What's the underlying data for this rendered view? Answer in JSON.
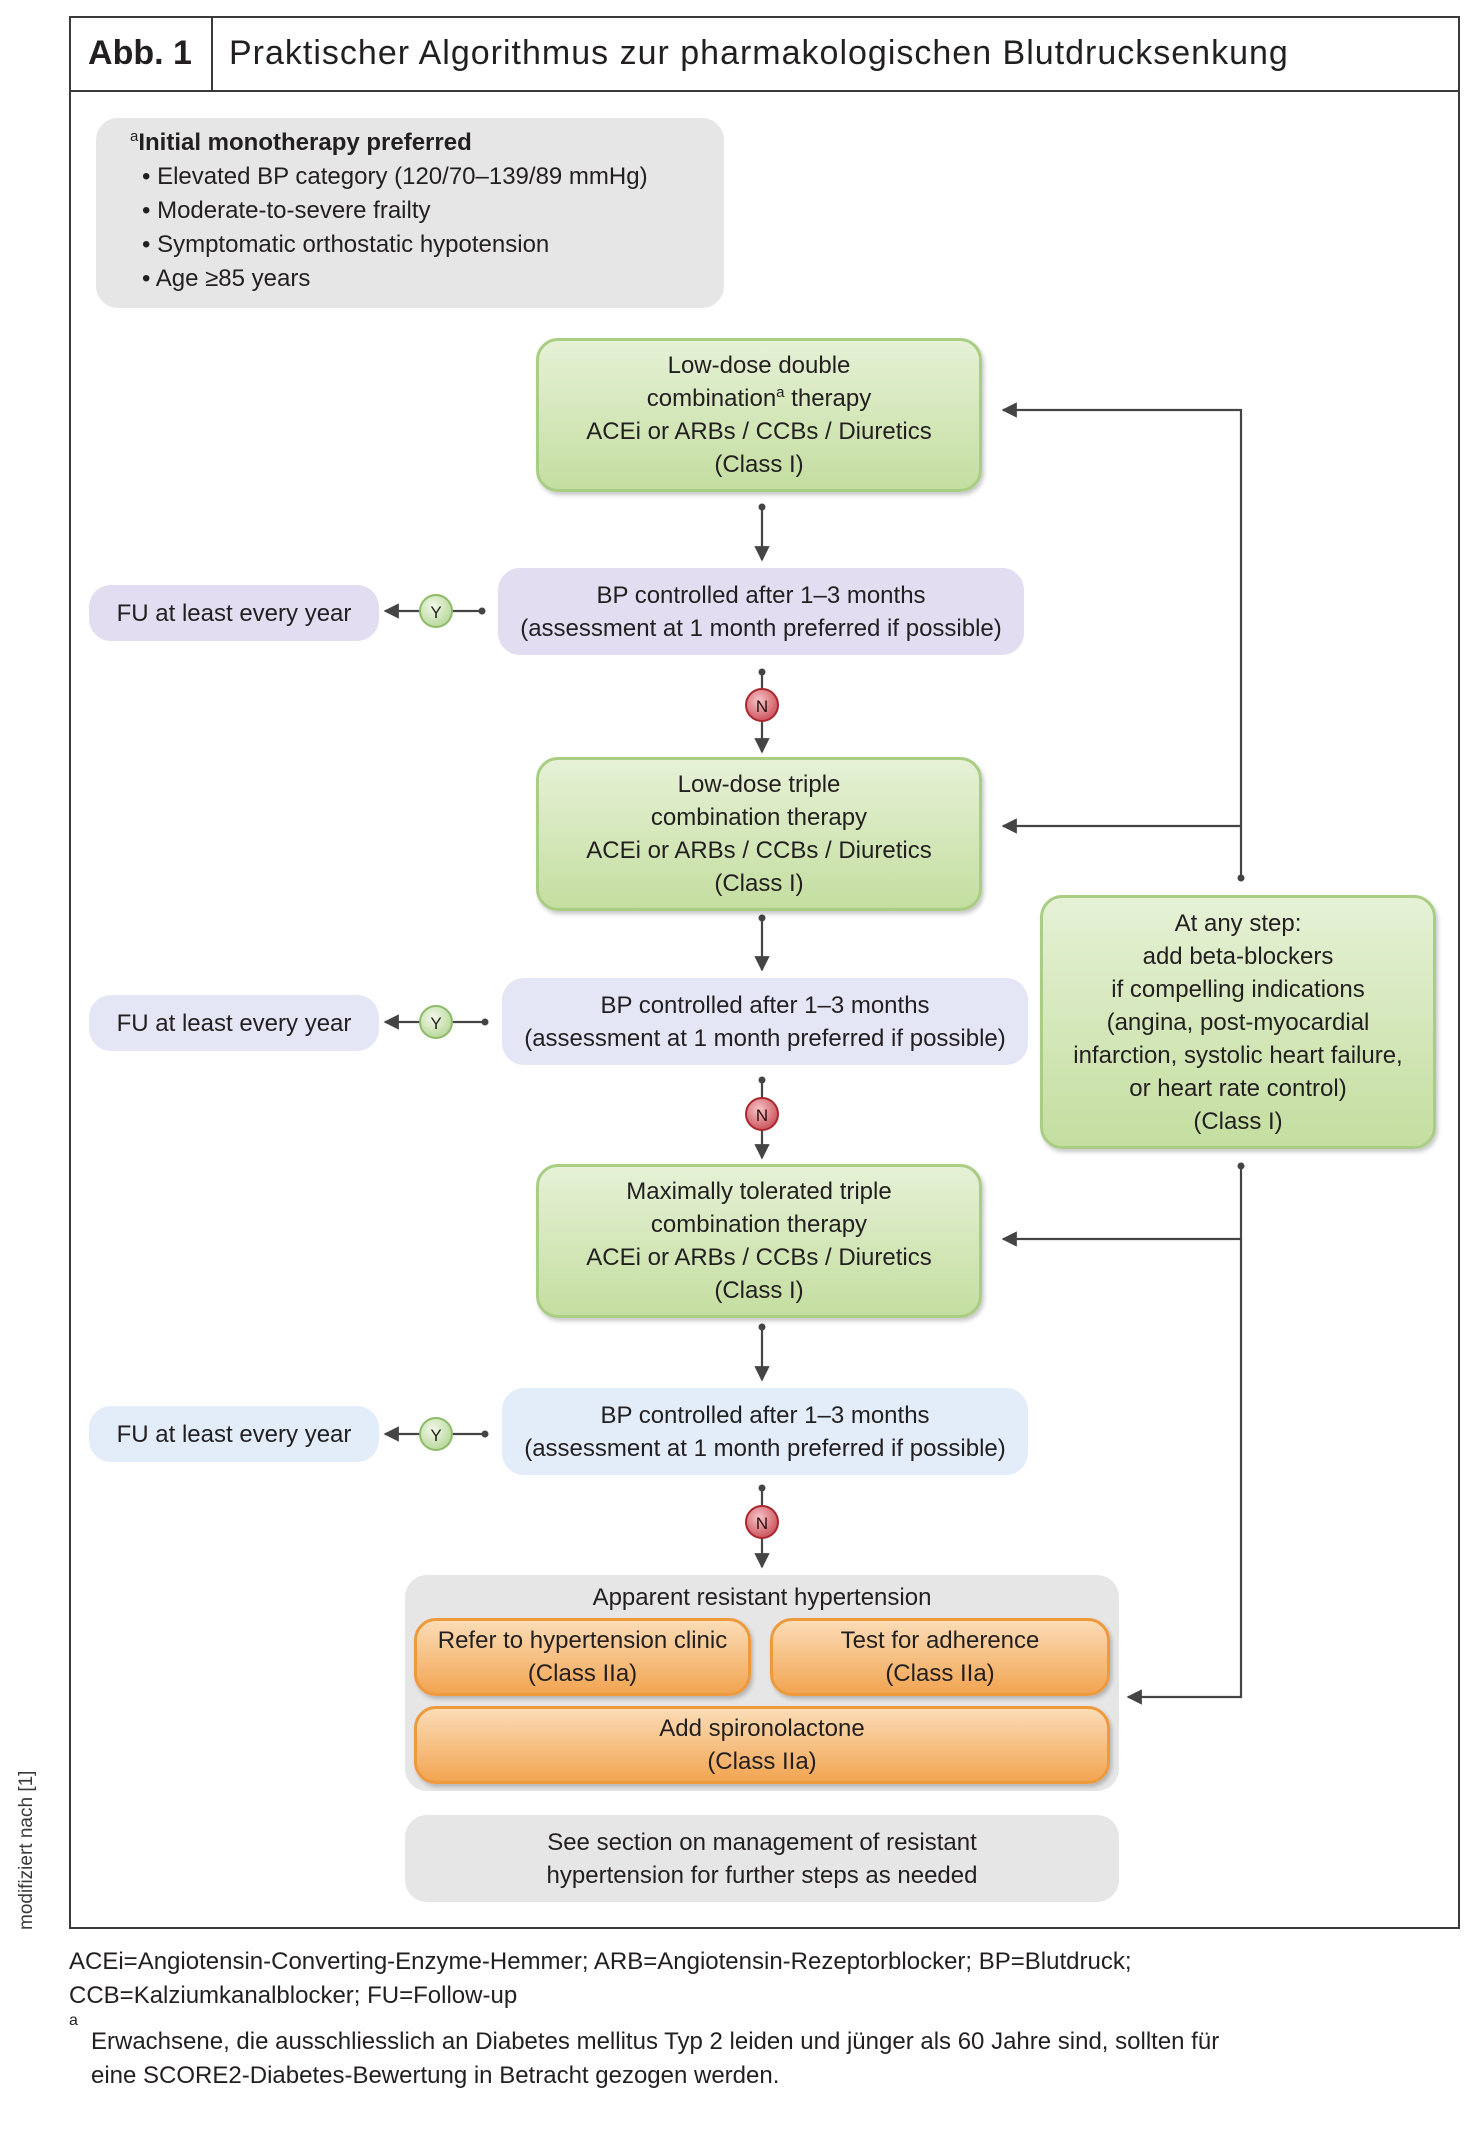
{
  "header": {
    "figure_label": "Abb. 1",
    "title": "Praktischer Algorithmus zur pharmakologischen Blutdrucksenkung"
  },
  "note": {
    "marker": "a",
    "title": "Initial monotherapy preferred",
    "bullets": [
      "Elevated BP category (120/70–139/89 mmHg)",
      "Moderate-to-severe frailty",
      "Symptomatic orthostatic hypotension",
      "Age ≥85 years"
    ]
  },
  "steps": {
    "double": {
      "line1": "Low-dose double",
      "line2a": "combination",
      "line2sup": "a",
      "line2b": " therapy",
      "line3": "ACEi or ARBs / CCBs / Diuretics",
      "line4": "(Class I)"
    },
    "triple": {
      "line1": "Low-dose triple",
      "line2": "combination therapy",
      "line3": "ACEi or ARBs / CCBs / Diuretics",
      "line4": "(Class I)"
    },
    "max": {
      "line1": "Maximally tolerated triple",
      "line2": "combination therapy",
      "line3": "ACEi or ARBs / CCBs / Diuretics",
      "line4": "(Class I)"
    }
  },
  "checks": [
    {
      "line1": "BP controlled after 1–3 months",
      "line2": "(assessment at 1 month preferred if possible)"
    },
    {
      "line1": "BP controlled after 1–3 months",
      "line2": "(assessment at 1 month preferred if possible)"
    },
    {
      "line1": "BP controlled after 1–3 months",
      "line2": "(assessment at 1 month preferred if possible)"
    }
  ],
  "followup": [
    "FU at least every year",
    "FU at least every year",
    "FU at least every year"
  ],
  "yes_label": "Y",
  "no_label": "N",
  "beta": {
    "lines": [
      "At any step:",
      "add beta-blockers",
      "if compelling indications",
      "(angina, post-myocardial",
      "infarction, systolic heart failure,",
      "or heart rate control)",
      "(Class I)"
    ]
  },
  "resistant": {
    "title": "Apparent resistant hypertension",
    "refer": {
      "line1": "Refer to hypertension clinic",
      "line2": "(Class IIa)"
    },
    "adherence": {
      "line1": "Test for adherence",
      "line2": "(Class IIa)"
    },
    "spiro": {
      "line1": "Add spironolactone",
      "line2": "(Class IIa)"
    }
  },
  "see_section": {
    "line1": "See section on management of resistant",
    "line2": "hypertension for further steps as needed"
  },
  "footnotes": {
    "abbreviations_1": "ACEi=Angiotensin-Converting-Enzyme-Hemmer; ARB=Angiotensin-Rezeptorblocker; BP=Blutdruck;",
    "abbreviations_2": "CCB=Kalziumkanalblocker; FU=Follow-up",
    "a_marker": "a",
    "a_line1": "Erwachsene, die ausschliesslich an Diabetes mellitus Typ 2 leiden und jünger als 60 Jahre sind, sollten für",
    "a_line2": "eine SCORE2-Diabetes-Bewertung in Betracht gezogen werden."
  },
  "source": "modifiziert nach [1]",
  "colors": {
    "green": "#c4dea0",
    "lavender": "#e2ddf0",
    "orange": "#f2a552",
    "grey": "#e6e6e6",
    "red": "#c0343e"
  }
}
